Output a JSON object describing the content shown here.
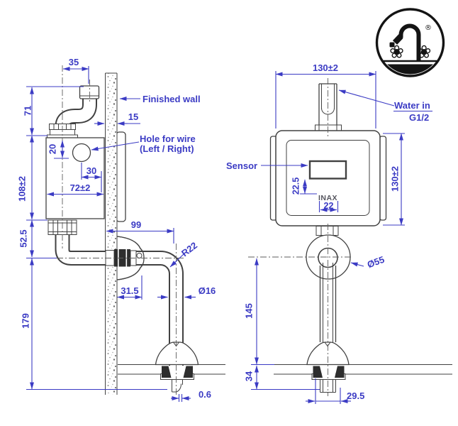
{
  "colors": {
    "dimension_blue": "#3b3bc4",
    "drawing_line": "#414141",
    "logo_ink": "#141414",
    "background": "#ffffff"
  },
  "left_view": {
    "labels": {
      "finished_wall": "Finished wall",
      "hole_for_wire_line1": "Hole for wire",
      "hole_for_wire_line2": "(Left / Right)"
    },
    "dims": {
      "inlet_offset": "35",
      "inlet_height": "71",
      "box_height": "108±2",
      "box_to_pipe": "52.5",
      "spout_drop": "179",
      "wall_thickness": "15",
      "hole_top_offset": "20",
      "hole_side_offset": "30",
      "box_width": "72±2",
      "spout_reach": "99",
      "bend_radius": "R22",
      "wall_clearance": "31.5",
      "pipe_diameter": "Ø16",
      "tip_offset": "0.6"
    }
  },
  "right_view": {
    "labels": {
      "water_in": "Water in",
      "thread_size": "G1/2",
      "sensor": "Sensor",
      "brand": "INAX"
    },
    "dims": {
      "body_width": "130±2",
      "body_height": "130±2",
      "sensor_offset": "22.5",
      "sensor_width": "22",
      "escutcheon_diameter": "Ø55",
      "spout_height": "145",
      "deck_thickness": "34",
      "hole_offset": "29.5"
    }
  },
  "logo": {
    "registered_mark": "®",
    "florette_icon": "❀"
  }
}
